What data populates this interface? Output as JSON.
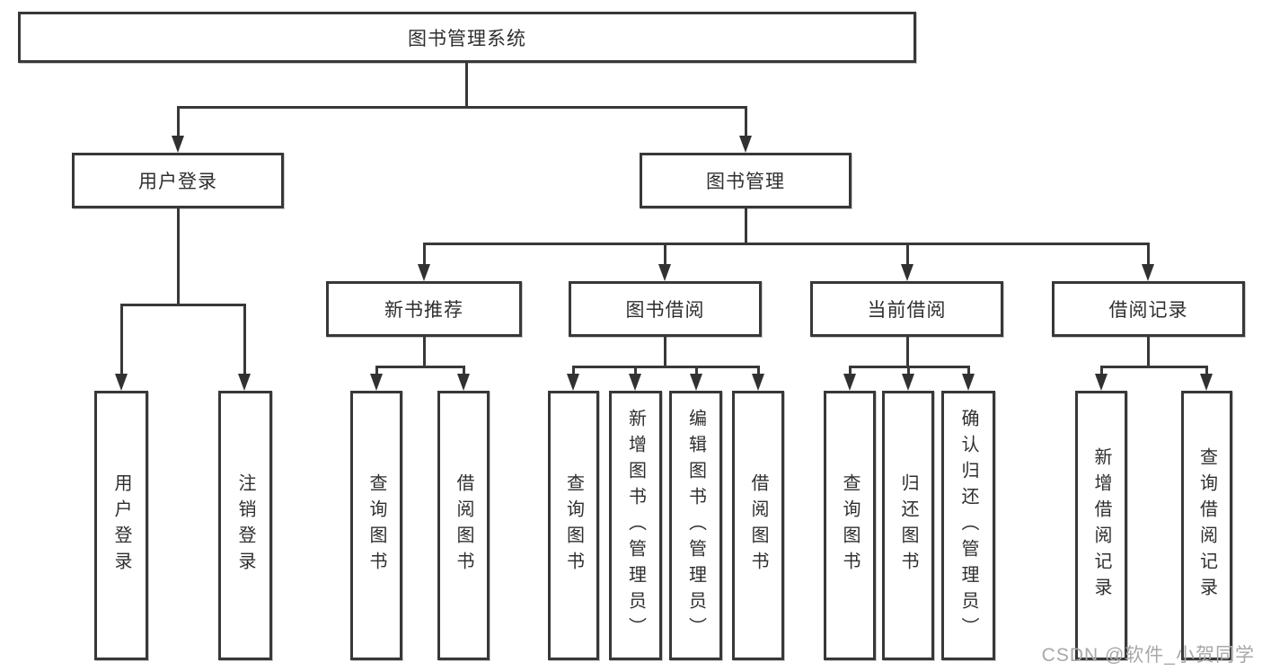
{
  "diagram": {
    "type": "tree",
    "root": {
      "label": "图书管理系统"
    },
    "branches": [
      {
        "label": "用户登录",
        "children": [
          {
            "label": "用户登录"
          },
          {
            "label": "注销登录"
          }
        ]
      },
      {
        "label": "图书管理",
        "children": [
          {
            "label": "新书推荐",
            "children": [
              {
                "label": "查询图书"
              },
              {
                "label": "借阅图书"
              }
            ]
          },
          {
            "label": "图书借阅",
            "children": [
              {
                "label": "查询图书"
              },
              {
                "label": "新增图书（管理员）"
              },
              {
                "label": "编辑图书（管理员）"
              },
              {
                "label": "借阅图书"
              }
            ]
          },
          {
            "label": "当前借阅",
            "children": [
              {
                "label": "查询图书"
              },
              {
                "label": "归还图书"
              },
              {
                "label": "确认归还（管理员）"
              }
            ]
          },
          {
            "label": "借阅记录",
            "children": [
              {
                "label": "新增借阅记录"
              },
              {
                "label": "查询借阅记录"
              }
            ]
          }
        ]
      }
    ]
  },
  "watermark": {
    "text": "CSDN @软件_小贺同学"
  },
  "colors": {
    "line": "#383838",
    "box_border": "#383838",
    "text": "#2f2f2f",
    "watermark": "#a8a8a8",
    "background": "#ffffff"
  }
}
